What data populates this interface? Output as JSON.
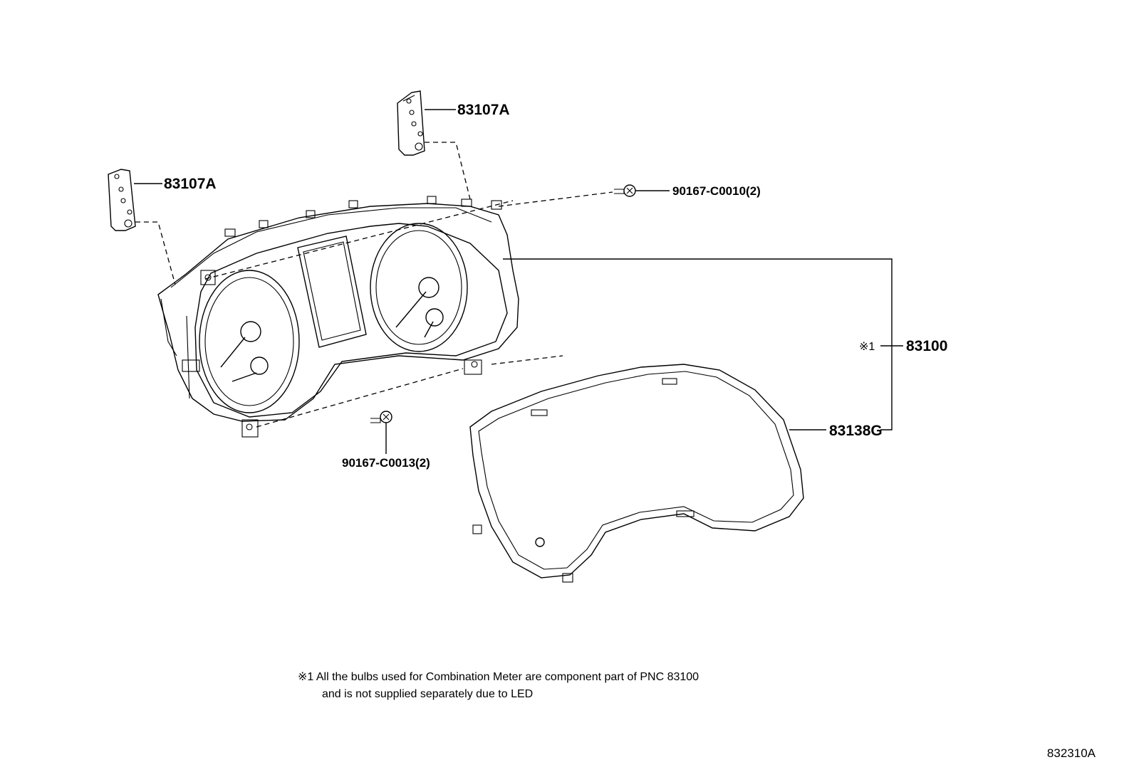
{
  "parts": {
    "bracket_upper": "83107A",
    "bracket_left": "83107A",
    "screw_upper": "90167-C0010(2)",
    "screw_lower": "90167-C0013(2)",
    "meter_assy": "83100",
    "meter_assy_note_mark": "※1",
    "glass_cover": "83138G"
  },
  "footnote": {
    "line1": "※1 All the bulbs used for Combination Meter are component part of PNC 83100",
    "line2": "and is not supplied separately due to LED"
  },
  "figure_id": "832310A"
}
